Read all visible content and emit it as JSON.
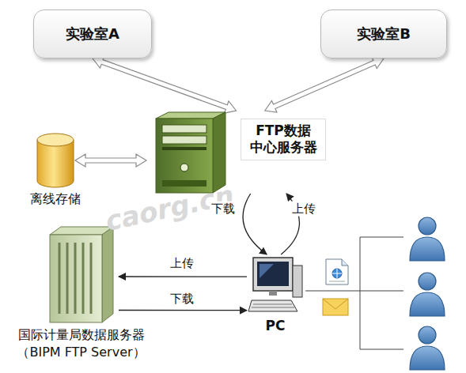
{
  "diagram": {
    "nodes": [
      {
        "text": [
          "实验室A"
        ]
      },
      {
        "text": [
          "实验室B"
        ]
      },
      {
        "text": [
          "FTP数据 中心服务器"
        ]
      },
      {
        "text": [
          "离线存储"
        ]
      },
      {
        "text": [
          "国际计量局数据服务器",
          "（BIPM FTP Server）"
        ]
      },
      {
        "text": [
          "PC"
        ]
      }
    ],
    "edges": [
      {
        "from": 0,
        "to": 2,
        "arrow": "both"
      },
      {
        "from": 1,
        "to": 2,
        "arrow": "both"
      },
      {
        "from": 3,
        "to": 2,
        "arrow": "both"
      },
      {
        "from": 2,
        "to": 5,
        "label": "下载",
        "arrow": "to"
      },
      {
        "from": 5,
        "to": 2,
        "label": "上传",
        "arrow": "to"
      },
      {
        "from": 5,
        "to": 4,
        "label": "上传",
        "arrow": "to"
      },
      {
        "from": 4,
        "to": 5,
        "label": "下载",
        "arrow": "to"
      }
    ],
    "labels": [
      "caorg.cn"
    ]
  }
}
